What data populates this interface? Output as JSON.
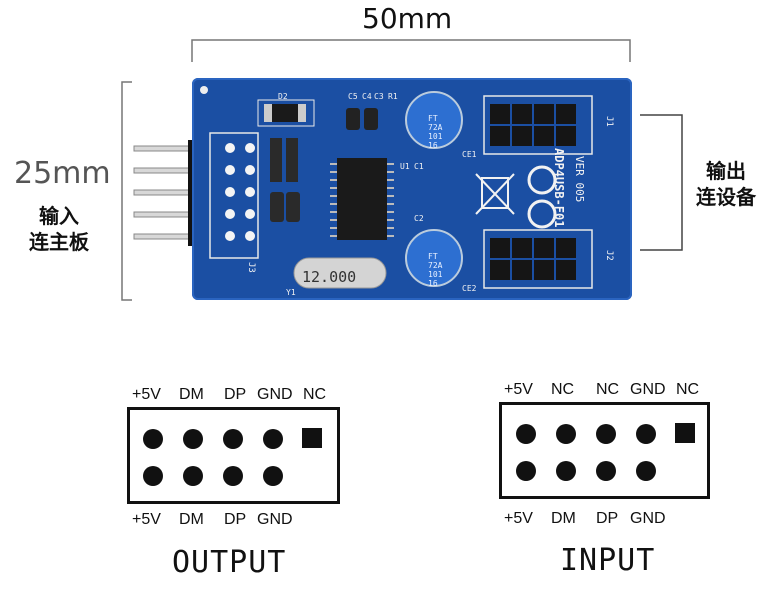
{
  "dimensions": {
    "width_label": "50mm",
    "height_label": "25mm"
  },
  "labels": {
    "input_cn_line1": "输入",
    "input_cn_line2": "连主板",
    "output_cn_line1": "输出",
    "output_cn_line2": "连设备"
  },
  "board": {
    "model": "ADP4USB-F01",
    "version": "VER 005",
    "crystal": "12.000",
    "cap_text": [
      "FT",
      "72A",
      "101",
      "16"
    ],
    "refs": {
      "j1": "J1",
      "j2": "J2",
      "j3": "J3",
      "ce1": "CE1",
      "ce2": "CE2",
      "d2": "D2",
      "u1": "U1",
      "c1": "C1",
      "c2": "C2",
      "y1": "Y1",
      "c5": "C5",
      "c4": "C4",
      "c3": "C3",
      "r1": "R1"
    }
  },
  "output": {
    "title": "OUTPUT",
    "top_pins": [
      "+5V",
      "DM",
      "DP",
      "GND",
      "NC"
    ],
    "bottom_pins": [
      "+5V",
      "DM",
      "DP",
      "GND"
    ]
  },
  "input": {
    "title": "INPUT",
    "top_pins": [
      "+5V",
      "NC",
      "NC",
      "GND",
      "NC"
    ],
    "bottom_pins": [
      "+5V",
      "DM",
      "DP",
      "GND"
    ]
  }
}
